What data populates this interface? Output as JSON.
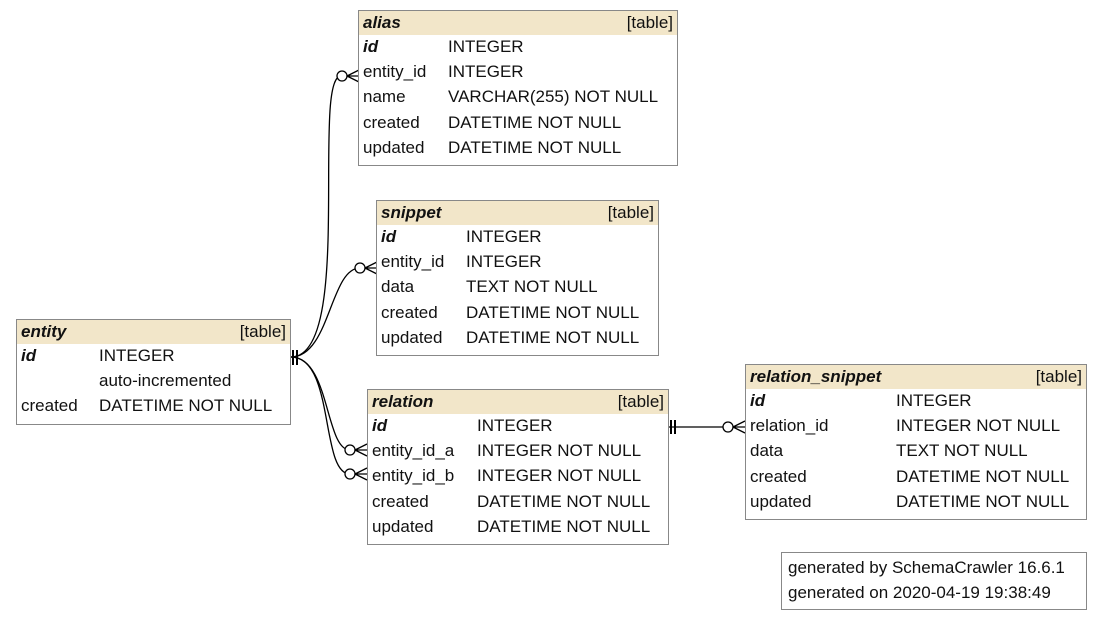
{
  "tables": {
    "alias": {
      "name": "alias",
      "type": "[table]",
      "rows": [
        {
          "col": "id",
          "type": "INTEGER",
          "pk": true
        },
        {
          "col": "entity_id",
          "type": "INTEGER"
        },
        {
          "col": "name",
          "type": "VARCHAR(255) NOT NULL"
        },
        {
          "col": "created",
          "type": "DATETIME NOT NULL"
        },
        {
          "col": "updated",
          "type": "DATETIME NOT NULL"
        }
      ]
    },
    "snippet": {
      "name": "snippet",
      "type": "[table]",
      "rows": [
        {
          "col": "id",
          "type": "INTEGER",
          "pk": true
        },
        {
          "col": "entity_id",
          "type": "INTEGER"
        },
        {
          "col": "data",
          "type": "TEXT NOT NULL"
        },
        {
          "col": "created",
          "type": "DATETIME NOT NULL"
        },
        {
          "col": "updated",
          "type": "DATETIME NOT NULL"
        }
      ]
    },
    "entity": {
      "name": "entity",
      "type": "[table]",
      "rows": [
        {
          "col": "id",
          "type": "INTEGER",
          "pk": true
        },
        {
          "col": "",
          "type": "auto-incremented"
        },
        {
          "col": "created",
          "type": "DATETIME NOT NULL"
        }
      ]
    },
    "relation": {
      "name": "relation",
      "type": "[table]",
      "rows": [
        {
          "col": "id",
          "type": "INTEGER",
          "pk": true
        },
        {
          "col": "entity_id_a",
          "type": "INTEGER NOT NULL"
        },
        {
          "col": "entity_id_b",
          "type": "INTEGER NOT NULL"
        },
        {
          "col": "created",
          "type": "DATETIME NOT NULL"
        },
        {
          "col": "updated",
          "type": "DATETIME NOT NULL"
        }
      ]
    },
    "relation_snippet": {
      "name": "relation_snippet",
      "type": "[table]",
      "rows": [
        {
          "col": "id",
          "type": "INTEGER",
          "pk": true
        },
        {
          "col": "relation_id",
          "type": "INTEGER NOT NULL"
        },
        {
          "col": "data",
          "type": "TEXT NOT NULL"
        },
        {
          "col": "created",
          "type": "DATETIME NOT NULL"
        },
        {
          "col": "updated",
          "type": "DATETIME NOT NULL"
        }
      ]
    }
  },
  "footer": {
    "line1": "generated by SchemaCrawler 16.6.1",
    "line2": "generated on 2020-04-19 19:38:49"
  },
  "colors": {
    "header_bg": "#f2e6c9",
    "border": "#888888",
    "edge": "#000000"
  }
}
